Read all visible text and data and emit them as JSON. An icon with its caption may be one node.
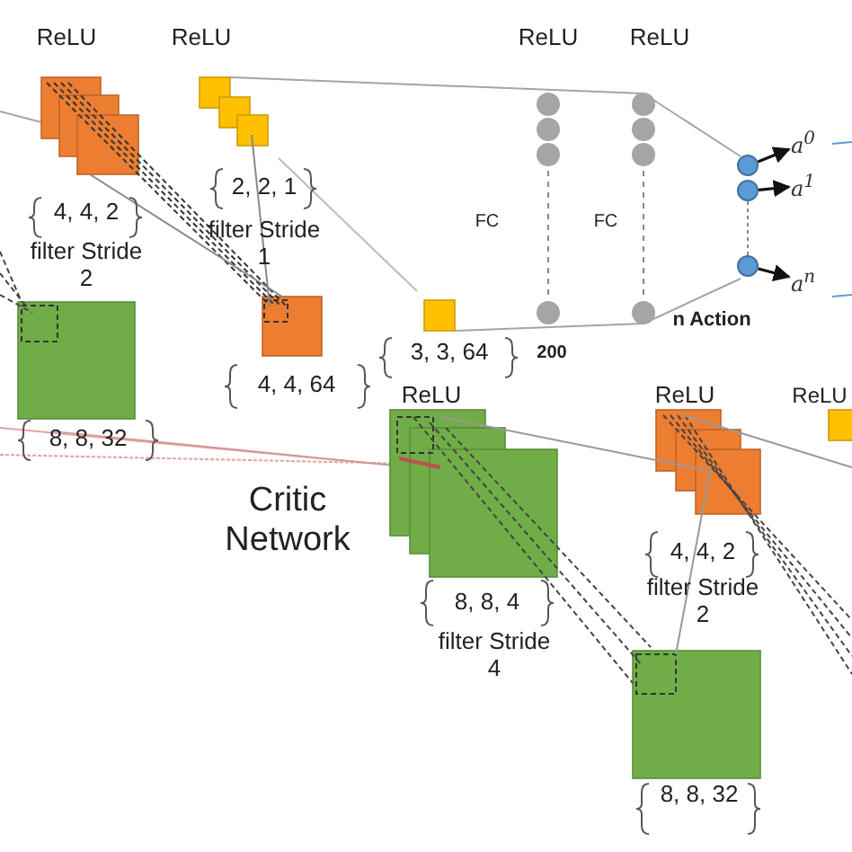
{
  "diagram": {
    "nodes": [
      {
        "text": [],
        "shape": "circle"
      },
      {
        "text": [],
        "shape": "circle"
      },
      {
        "text": [],
        "shape": "circle"
      },
      {
        "text": [
          "a$^{0}$"
        ]
      },
      {
        "text": [
          "a$^{1}$"
        ]
      },
      {
        "text": [
          "a$^{n}$"
        ]
      }
    ],
    "edges": [
      {
        "from": 0,
        "to": 3,
        "arrow": "to"
      },
      {
        "from": 1,
        "to": 4,
        "arrow": "to"
      },
      {
        "from": 2,
        "to": 5,
        "arrow": "to"
      },
      {
        "from": 1,
        "to": 2,
        "arrow": "none",
        "style": "dashed",
        "color": "#888888"
      }
    ],
    "labels": [
      "ReLU",
      "ReLU",
      "ReLU",
      "ReLU",
      "2, 2, 1",
      "4, 4, 2",
      "filter Stride 1",
      "filter Stride 2",
      "FC",
      "FC",
      "3, 3, 64",
      "200",
      "n Action",
      "4, 4, 64",
      "8, 8, 32",
      "ReLU",
      "ReLU",
      "ReLU",
      "Critic Network",
      "4, 4, 2",
      "8, 8, 4",
      "filter Stride 2",
      "filter Stride 4",
      "8, 8, 32"
    ]
  }
}
